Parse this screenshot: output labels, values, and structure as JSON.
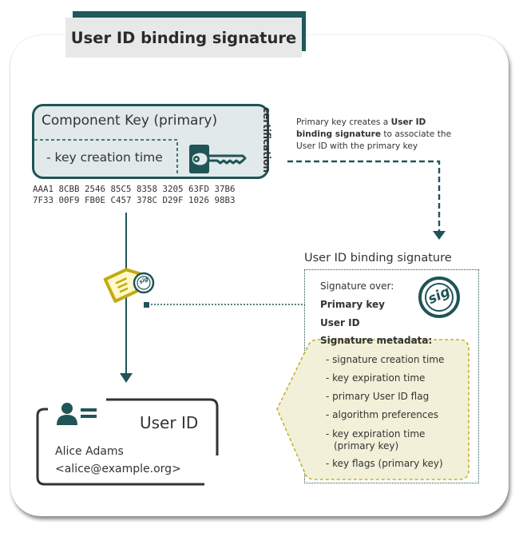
{
  "title": "User ID binding signature",
  "component_key": {
    "title": "Component Key (primary)",
    "field": "- key creation time",
    "fingerprint_line1": "AAA1 8CBB 2546 85C5 8358 3205 63FD 37B6",
    "fingerprint_line2": "7F33 00F9 FB0E C457 378C D29F 1026 98B3",
    "icon": "key-icon"
  },
  "certification_label": "certification",
  "explanation": {
    "text1": "Primary key creates a ",
    "bold": "User ID binding signature",
    "text2": " to associate the User ID with the primary key"
  },
  "signature": {
    "title": "User ID binding signature",
    "intro": "Signature over:",
    "items": [
      "Primary key",
      "User ID"
    ],
    "metadata_label": "Signature metadata:",
    "metadata": [
      "- signature creation time",
      "- key expiration time",
      "- primary User ID flag",
      "- algorithm preferences",
      "- key expiration time",
      "(primary key)",
      "- key flags (primary key)"
    ],
    "icon": "sig-seal-icon",
    "badge_label": "sig"
  },
  "user_id": {
    "heading": "User ID",
    "name": "Alice Adams",
    "email": "<alice@example.org>",
    "icon": "contact-card-icon"
  },
  "colors": {
    "teal": "#1f5557",
    "panel_fill": "#e1e9ea",
    "metadata_fill": "#f2f0d8",
    "metadata_border": "#c9b02a",
    "tag_yellow": "#c2aa14"
  }
}
